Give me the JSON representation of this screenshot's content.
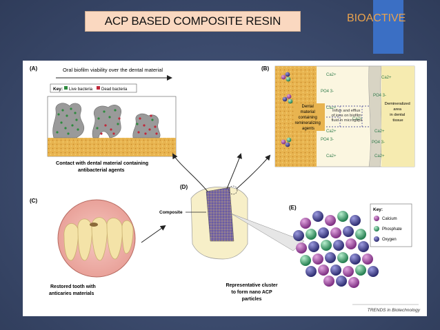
{
  "slide": {
    "title": "ACP BASED COMPOSITE RESIN",
    "section_label": "BIOACTIVE",
    "colors": {
      "title_bg": "#fad8c0",
      "accent": "#3b6fc4",
      "section_label": "#e9a24d",
      "background": "#3b4a6c"
    }
  },
  "figure": {
    "panel_a": {
      "letter": "(A)",
      "arrow_caption": "Oral biofilm viability over the dental material",
      "key_label": "Key:",
      "key_live": "Live bacteria",
      "key_dead": "Dead bacteria",
      "caption_line1": "Contact with dental material containing",
      "caption_line2": "antibacterial agents"
    },
    "panel_b": {
      "letter": "(B)",
      "ions": [
        "Ca2+",
        "Ca2+",
        "PO4 3-",
        "PO4 3-",
        "Ca2+",
        "Ca2+",
        "Ca2+",
        "Ca2+",
        "PO4 3-",
        "PO4 3-",
        "Ca2+",
        "Ca2+"
      ],
      "left_label": [
        "Dental",
        "material",
        "containing",
        "remineralizing",
        "agents"
      ],
      "center_label": [
        "Influx and efflux",
        "of ions on biofilm",
        "fluid in microgaps"
      ],
      "right_label": [
        "Demineralized",
        "area",
        "in dental",
        "tissue"
      ]
    },
    "panel_c": {
      "letter": "(C)",
      "caption_line1": "Restored tooth with",
      "caption_line2": "anticaries materials"
    },
    "panel_d": {
      "letter": "(D)",
      "composite_label": "Composite"
    },
    "panel_e": {
      "letter": "(E)",
      "key_label": "Key:",
      "key_calcium": "Calcium",
      "key_phosphate": "Phosphate",
      "key_oxygen": "Oxygen",
      "caption_line1": "Representative cluster",
      "caption_line2": "to form nano ACP",
      "caption_line3": "particles"
    },
    "source": "TRENDS in Biotechnology",
    "colors": {
      "calcium": "#a64fa8",
      "phosphate": "#3fae7a",
      "oxygen": "#4b4a9c",
      "live": "#2e8a3e",
      "dead": "#c0283a",
      "material": "#e9b85a"
    }
  }
}
